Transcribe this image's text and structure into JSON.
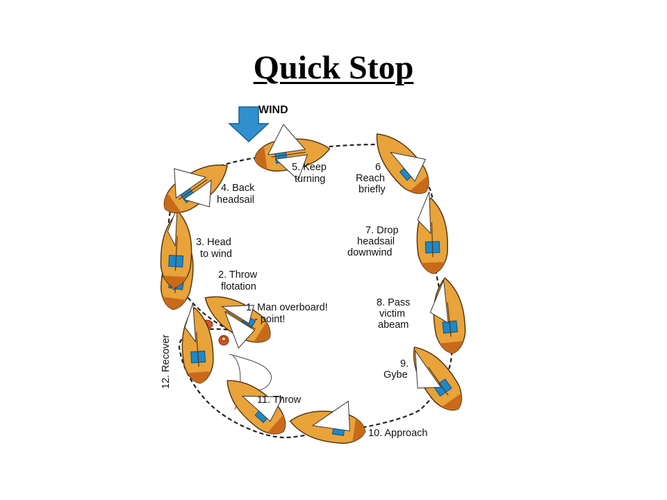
{
  "title": "Quick Stop",
  "wind": {
    "label": "WIND",
    "icon": "wind-arrow-icon",
    "color": "#2f8fcf"
  },
  "colors": {
    "hull": "#e8a33a",
    "hull_dark": "#c96a1a",
    "hull_outline": "#5a3510",
    "deck": "#1e88c8",
    "sail": "#ffffff",
    "course": "#222222",
    "buoy": "#d9502a"
  },
  "steps": [
    {
      "id": "step-1",
      "lines": [
        "1. Man overboard!",
        "- point!"
      ]
    },
    {
      "id": "step-2",
      "lines": [
        "2. Throw",
        "flotation"
      ]
    },
    {
      "id": "step-3",
      "lines": [
        "3. Head",
        "to wind"
      ]
    },
    {
      "id": "step-4",
      "lines": [
        "4. Back",
        "headsail"
      ]
    },
    {
      "id": "step-5",
      "lines": [
        "5. Keep",
        "turning"
      ]
    },
    {
      "id": "step-6",
      "lines": [
        "6",
        "Reach",
        "briefly"
      ]
    },
    {
      "id": "step-7",
      "lines": [
        "7. Drop",
        "headsail",
        "downwind"
      ]
    },
    {
      "id": "step-8",
      "lines": [
        "8. Pass",
        "victim",
        "abeam"
      ]
    },
    {
      "id": "step-9",
      "lines": [
        "9.",
        "Gybe"
      ]
    },
    {
      "id": "step-10",
      "lines": [
        "10. Approach"
      ]
    },
    {
      "id": "step-11",
      "lines": [
        "11. Throw"
      ]
    },
    {
      "id": "step-12",
      "lines": [
        "12. Recover"
      ]
    }
  ]
}
